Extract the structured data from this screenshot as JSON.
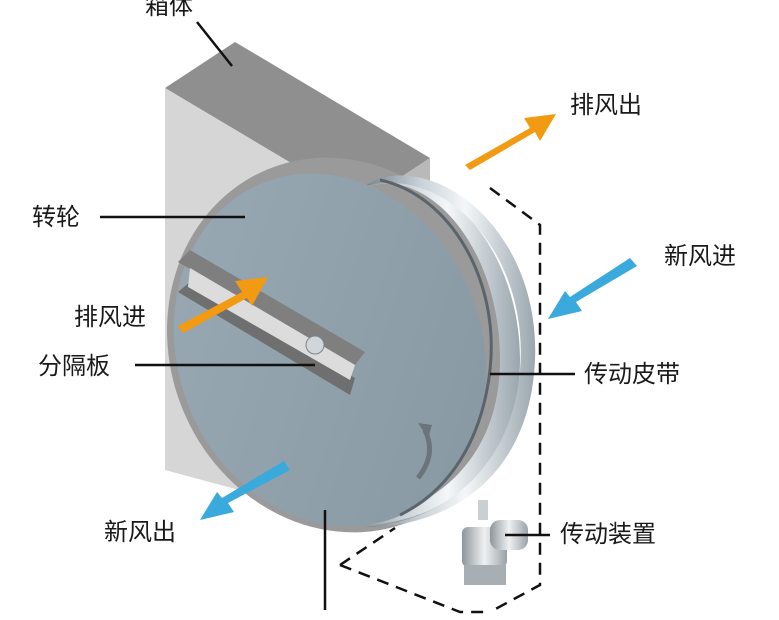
{
  "labels": {
    "housing": "箱体",
    "wheel": "转轮",
    "exhaust_out": "排风出",
    "fresh_in": "新风进",
    "exhaust_in": "排风进",
    "partition": "分隔板",
    "belt": "传动皮带",
    "fresh_out": "新风出",
    "drive": "传动装置"
  },
  "colors": {
    "exhaust_arrow": "#f29a12",
    "fresh_arrow": "#3aa9dc",
    "wheel_face": "#8e9ea8",
    "housing": "#d4d4d4",
    "housing_top": "#8f8f8f"
  }
}
